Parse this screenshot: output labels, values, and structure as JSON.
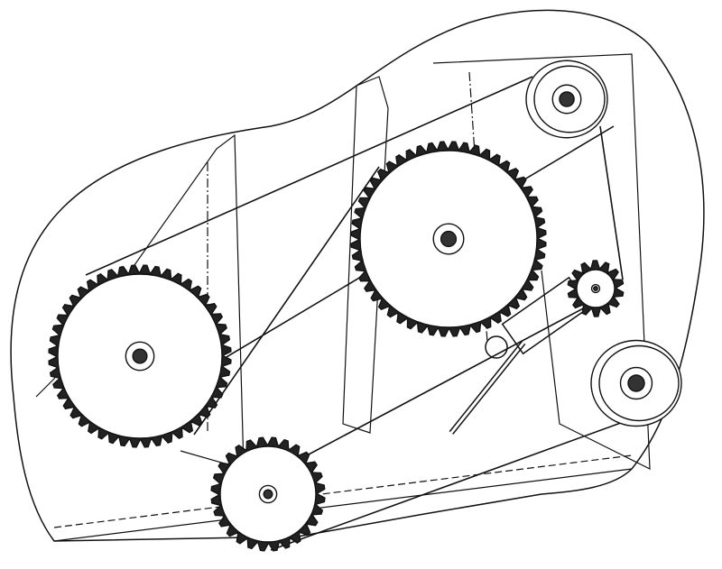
{
  "diagram": {
    "background": "#ffffff",
    "line_color": "#111111",
    "components": [
      "large-sprocket-left",
      "large-sprocket-center",
      "small-sprocket-bottom",
      "idler-pulley-top",
      "idler-pulley-right",
      "tensioner-sprocket",
      "drive-chain",
      "housing-cover",
      "frame-plate",
      "spring-tensioner"
    ]
  }
}
